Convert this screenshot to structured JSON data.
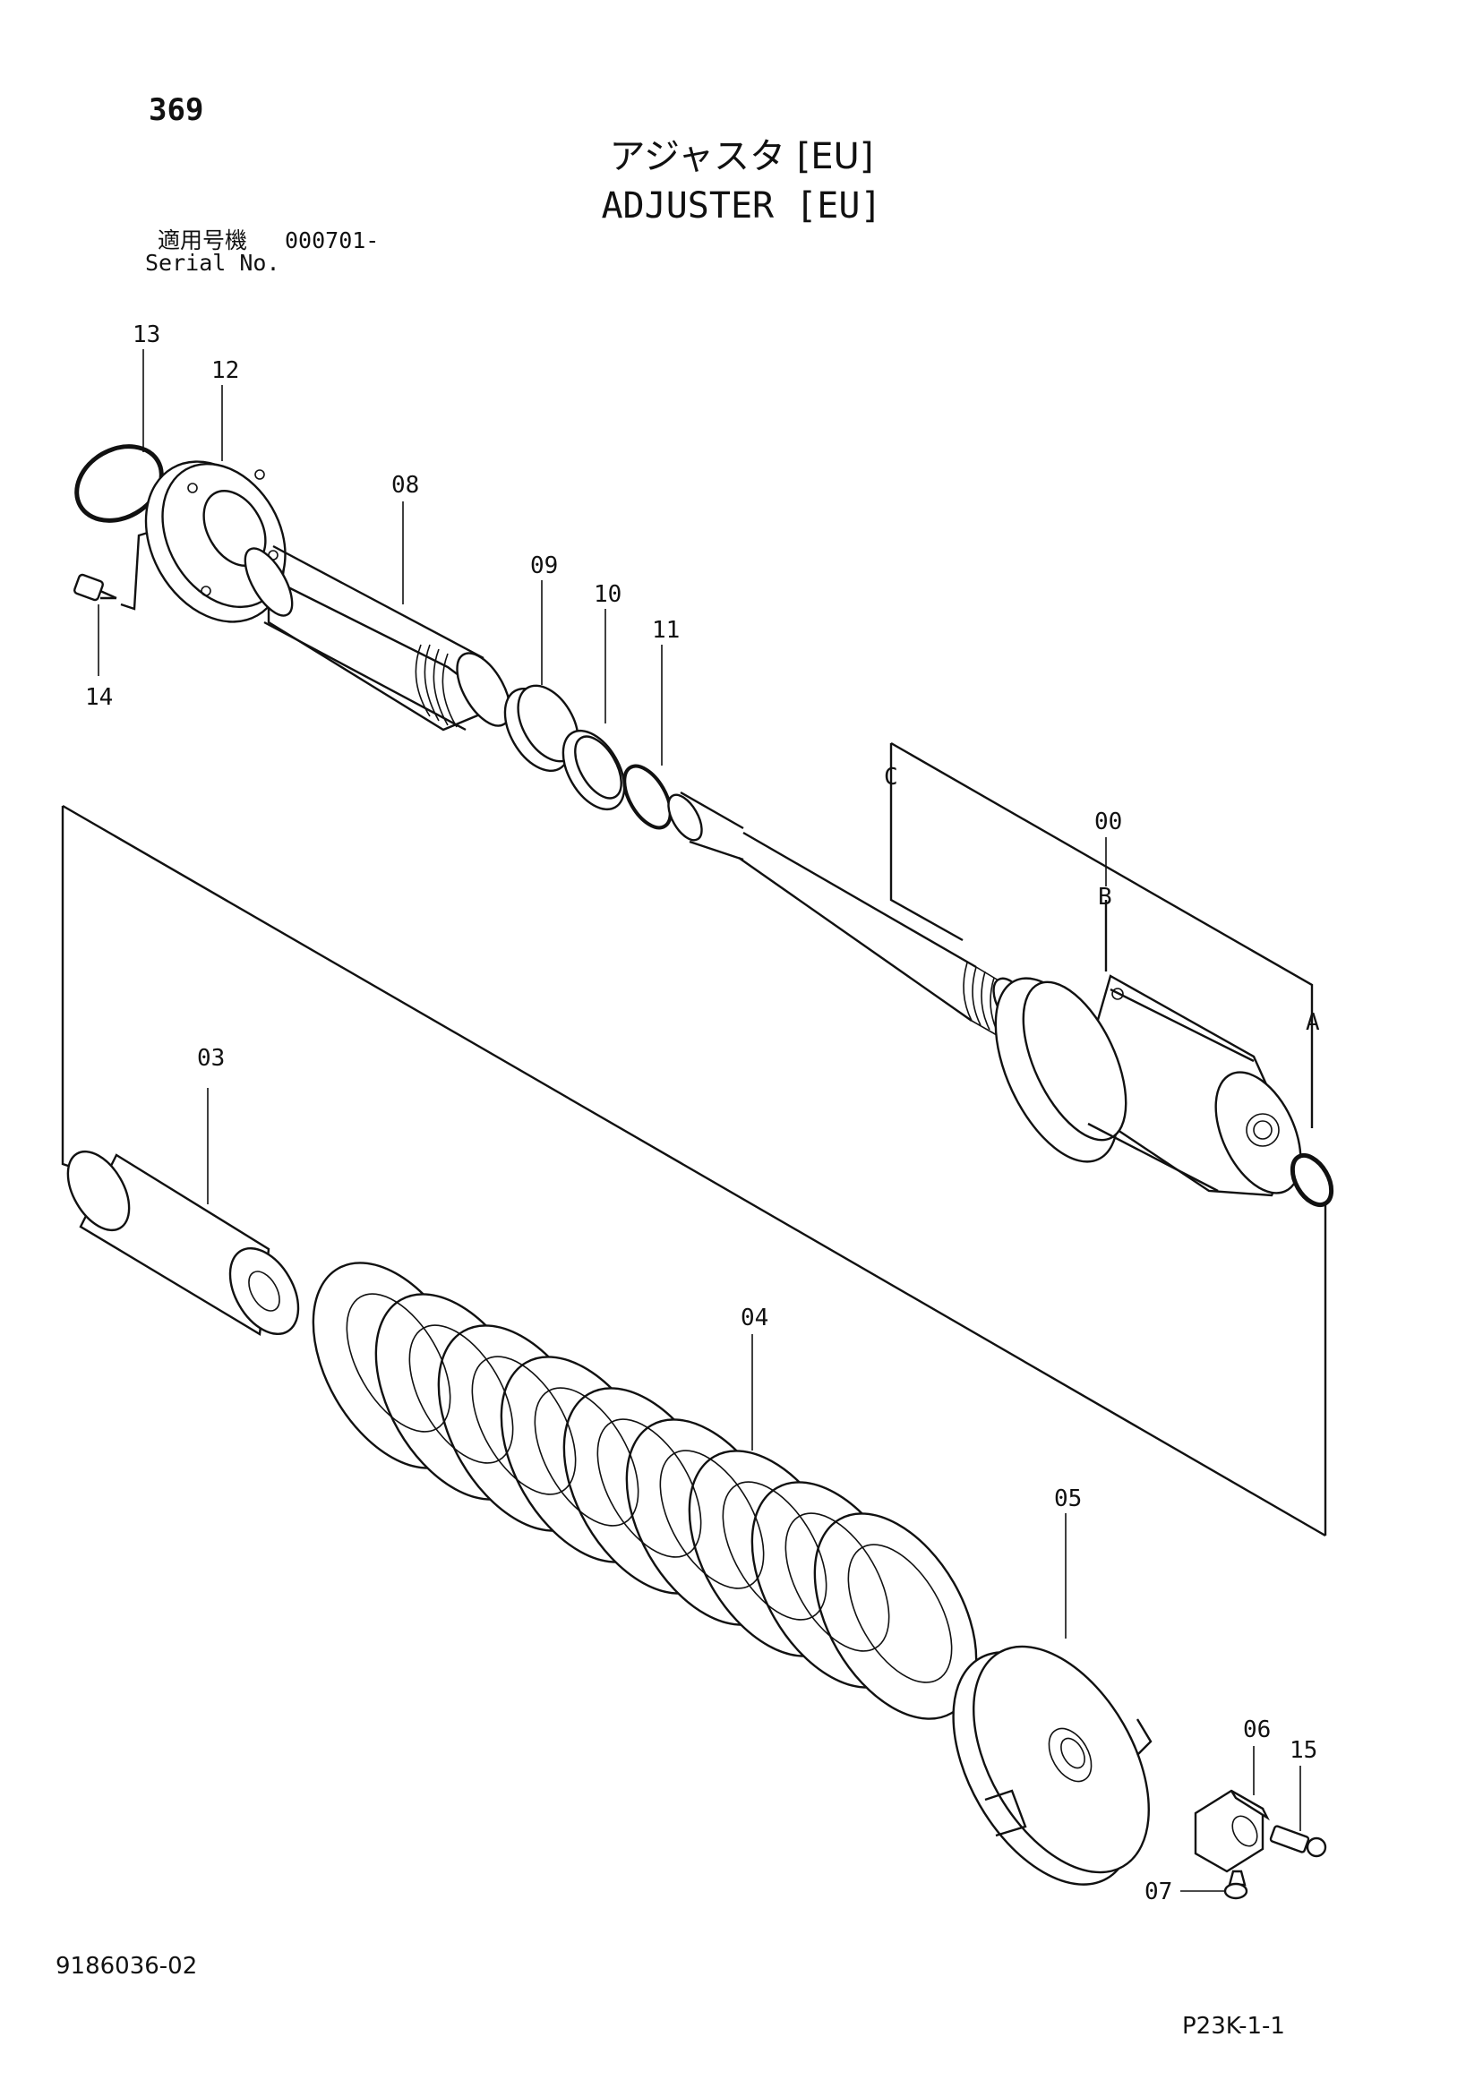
{
  "header": {
    "page_number": "369",
    "title_jp": "アジャスタ [EU]",
    "title_en": "ADJUSTER [EU]",
    "serial_label_jp": "適用号機",
    "serial_value": "000701-",
    "serial_label_en": "Serial No."
  },
  "callouts": [
    {
      "id": "13"
    },
    {
      "id": "12"
    },
    {
      "id": "14"
    },
    {
      "id": "08"
    },
    {
      "id": "09"
    },
    {
      "id": "10"
    },
    {
      "id": "11"
    },
    {
      "id": "C"
    },
    {
      "id": "00"
    },
    {
      "id": "B"
    },
    {
      "id": "A"
    },
    {
      "id": "03"
    },
    {
      "id": "04"
    },
    {
      "id": "05"
    },
    {
      "id": "06"
    },
    {
      "id": "15"
    },
    {
      "id": "07"
    }
  ],
  "footer": {
    "doc_code": "9186036-02",
    "page_ref": "P23K-1-1"
  }
}
